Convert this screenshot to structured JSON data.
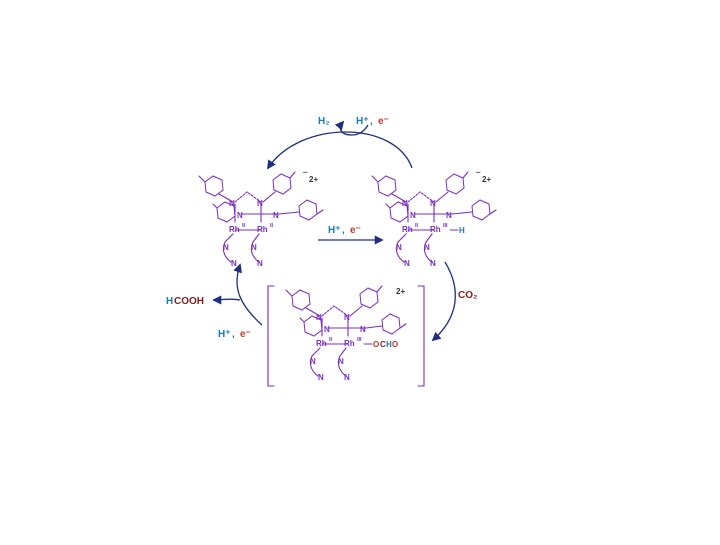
{
  "colors": {
    "complex": "#7b2fbf",
    "arrow": "#1f2f80",
    "reagent_blue": "#1b7bb5",
    "reagent_red": "#c0392b",
    "co2": "#8b1a1a"
  },
  "labels": {
    "h2": "H₂",
    "hplus": "H⁺",
    "sep": ", ",
    "electron": "e⁻",
    "co2": "CO₂",
    "hcooh_h": "H",
    "hcooh_rest": "COOH",
    "charge": "2+",
    "charge_bracket": "⏤"
  },
  "complexes": [
    {
      "atoms": {
        "n": "N",
        "rh": "Rh",
        "rh_left_ox": "II",
        "rh_right_ox": "II"
      }
    },
    {
      "atoms": {
        "n": "N",
        "rh": "Rh",
        "rh_left_ox": "II",
        "rh_right_ox": "III",
        "ligand": "H"
      }
    },
    {
      "atoms": {
        "n": "N",
        "rh": "Rh",
        "rh_left_ox": "II",
        "rh_right_ox": "III",
        "ligand_o": "O",
        "ligand_c": "C",
        "ligand_h": "H",
        "ligand_o2": "O"
      }
    }
  ]
}
